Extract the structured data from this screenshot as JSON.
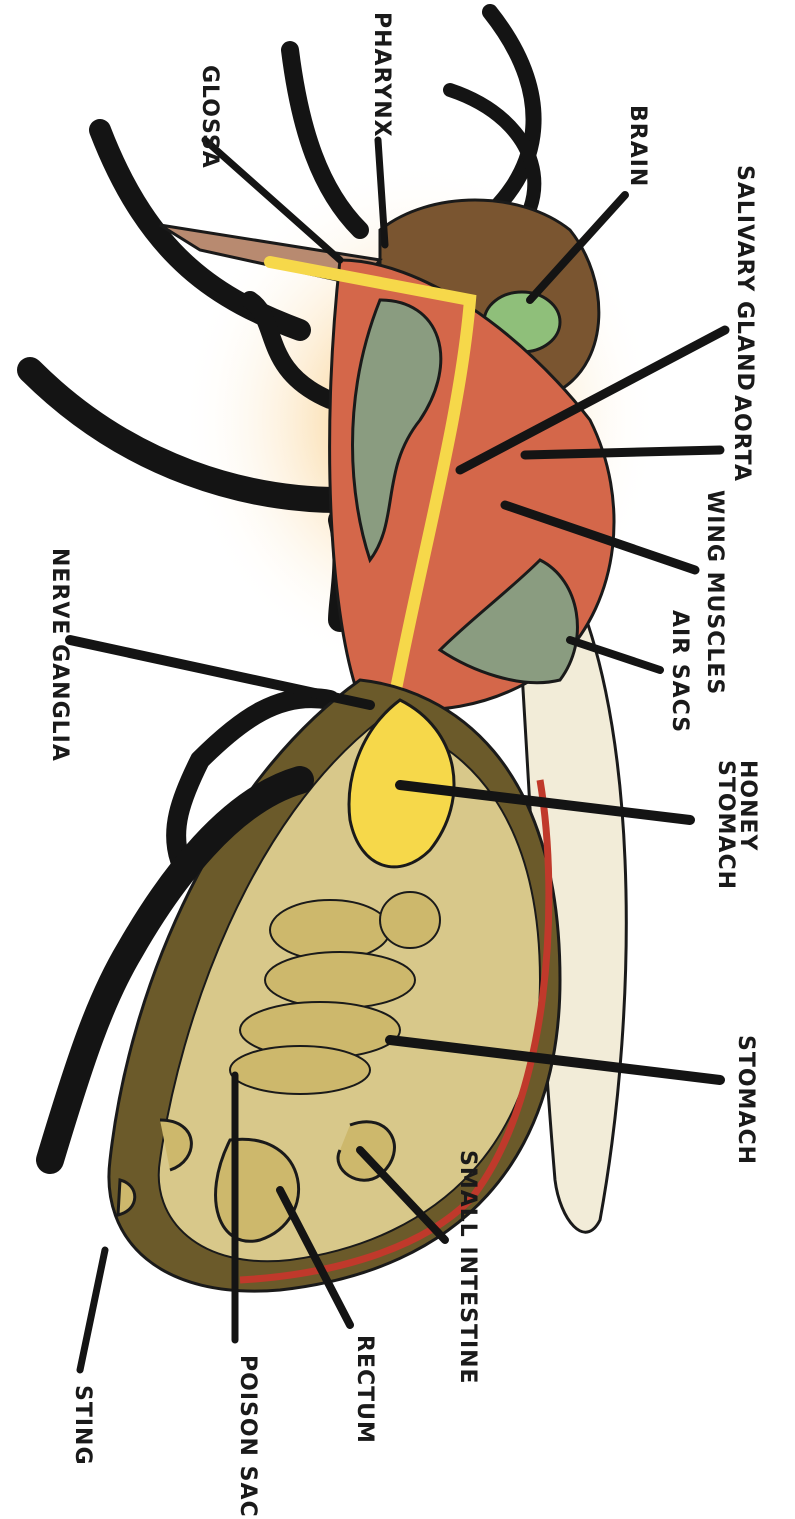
{
  "diagram": {
    "labels": {
      "pharynx": "PHARYNX",
      "glossa": "GLOSSA",
      "brain": "BRAIN",
      "salivary_gland": "SALIVARY GLAND",
      "aorta": "AORTA",
      "wing_muscles": "WING MUSCLES",
      "air_sacs": "AIR SACS",
      "honey_stomach_line1": "HONEY",
      "honey_stomach_line2": "STOMACH",
      "nerve_ganglia": "NERVE GANGLIA",
      "stomach": "STOMACH",
      "small_intestine": "SMALL INTESTINE",
      "rectum": "RECTUM",
      "poison_sac": "POISON SAC",
      "sting": "STING"
    },
    "colors": {
      "outline": "#1a1a1a",
      "head_brown": "#7a5530",
      "fur_orange": "#e49a2c",
      "thorax_red": "#d4674a",
      "air_sac_green": "#8a9c80",
      "honey_yellow": "#f6d84a",
      "abdomen_olive": "#6b5a2a",
      "abdomen_tan": "#d8c88a",
      "intestine_tan": "#cdb86c",
      "wing_cream": "#f2ecd8",
      "brain_green": "#8fbf7a",
      "leg_black": "#141414",
      "dorsal_red": "#c0392b"
    }
  }
}
